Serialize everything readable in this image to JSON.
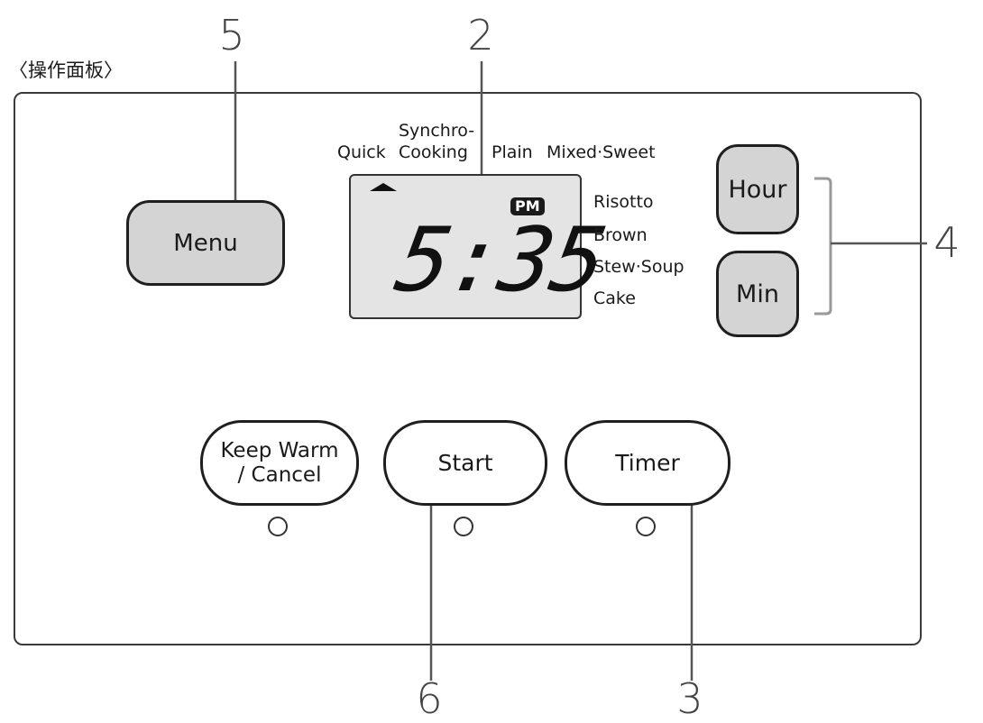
{
  "caption": "〈操作面板〉",
  "callouts": {
    "menu": "5",
    "display": "2",
    "hour_min": "4",
    "start": "6",
    "timer": "3"
  },
  "buttons": {
    "menu": "Menu",
    "hour": "Hour",
    "min": "Min",
    "keep_warm_line1": "Keep Warm",
    "keep_warm_line2": "/ Cancel",
    "start": "Start",
    "timer": "Timer"
  },
  "menu_labels": {
    "synchro": "Synchro-",
    "quick": "Quick",
    "cooking": "Cooking",
    "plain": "Plain",
    "mixed_sweet": "Mixed·Sweet"
  },
  "side_labels": {
    "risotto": "Risotto",
    "brown": "Brown",
    "stew_soup": "Stew·Soup",
    "cake": "Cake"
  },
  "display": {
    "time": "5:35",
    "meridiem": "PM"
  },
  "colors": {
    "button_gray": "#d4d4d4",
    "lcd_background": "#e4e4e4",
    "callout_line": "#555555",
    "bracket": "#999999"
  }
}
